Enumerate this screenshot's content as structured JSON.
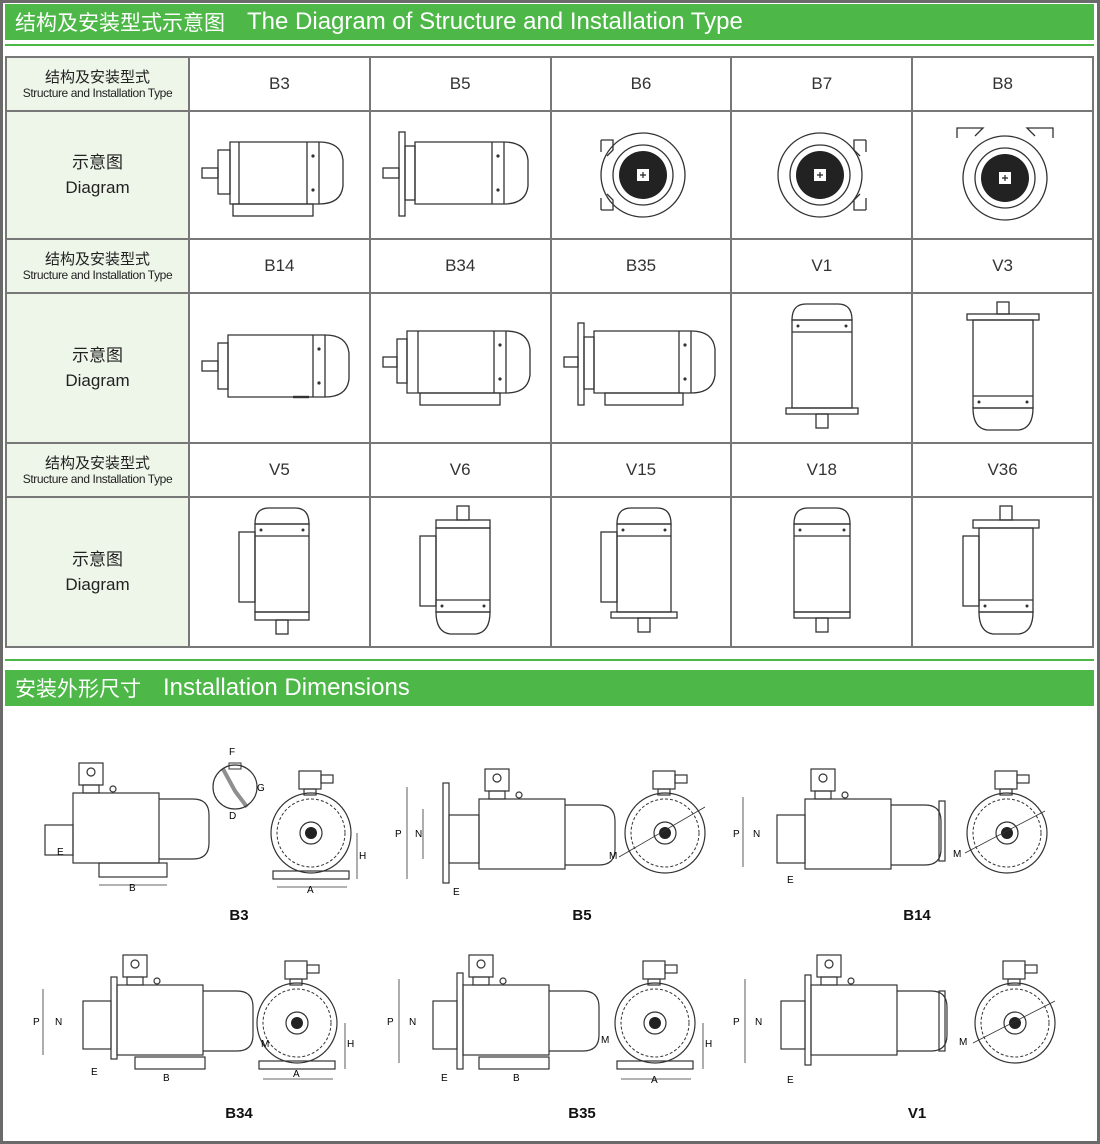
{
  "section1": {
    "title_cn": "结构及安装型式示意图",
    "title_en": "The Diagram of Structure and Installation Type"
  },
  "section2": {
    "title_cn": "安装外形尺寸",
    "title_en": "Installation Dimensions"
  },
  "table": {
    "label_type_cn": "结构及安装型式",
    "label_type_en": "Structure and Installation Type",
    "label_diagram_cn": "示意图",
    "label_diagram_en": "Diagram",
    "rows": [
      [
        "B3",
        "B5",
        "B6",
        "B7",
        "B8"
      ],
      [
        "B14",
        "B34",
        "B35",
        "V1",
        "V3"
      ],
      [
        "V5",
        "V6",
        "V15",
        "V18",
        "V36"
      ]
    ]
  },
  "dimensions": {
    "captions": [
      "B3",
      "B5",
      "B14",
      "B34",
      "B35",
      "V1"
    ],
    "letters": {
      "F": "F",
      "G": "G",
      "D": "D",
      "E": "E",
      "B": "B",
      "A": "A",
      "H": "H",
      "P": "P",
      "N": "N",
      "M": "M"
    }
  },
  "colors": {
    "accent": "#4db848",
    "label_bg": "#eef6ea",
    "border": "#777777"
  }
}
